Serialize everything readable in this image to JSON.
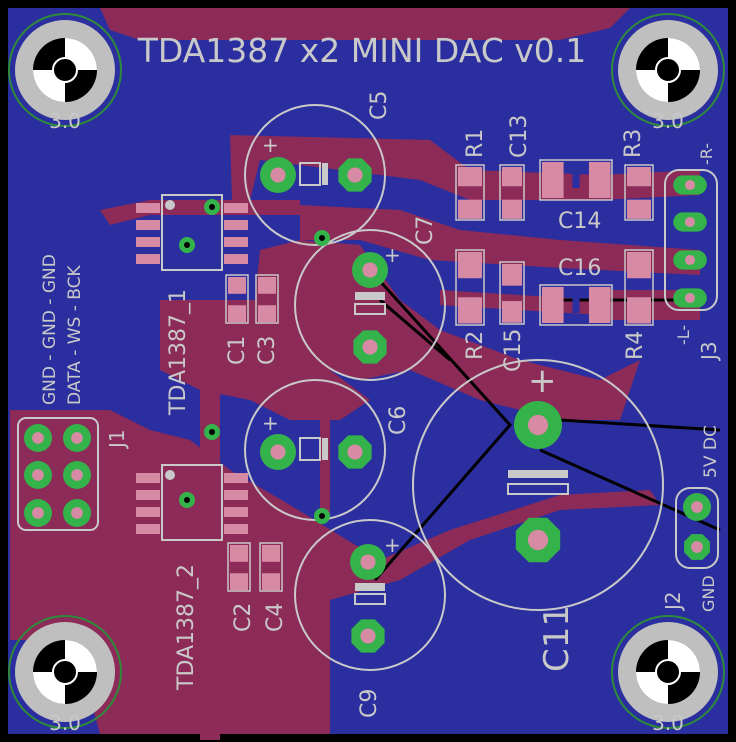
{
  "title": "TDA1387 x2 MINI DAC v0.1",
  "colors": {
    "background": "#000000",
    "ground_pour": "#2b2e9e",
    "copper_top": "#8c2a58",
    "pad": "#33b34a",
    "silk": "#c9c9c9",
    "smd": "#d68aa3"
  },
  "mounting_holes": [
    {
      "name": "hole-top-left",
      "label": "3.0"
    },
    {
      "name": "hole-top-right",
      "label": "3.0"
    },
    {
      "name": "hole-bottom-left",
      "label": "3.0"
    },
    {
      "name": "hole-bottom-right",
      "label": "3.0"
    }
  ],
  "components": {
    "ic1": "TDA1387_1",
    "ic2": "TDA1387_2",
    "j1": "J1",
    "j1_row1": "GND - GND - GND",
    "j1_row2": "DATA - WS - BCK",
    "j2": "J2",
    "j2_plus": "5V DC",
    "j2_gnd": "GND",
    "j3": "J3",
    "j3_r": "-R-",
    "j3_l": "-L-",
    "c1": "C1",
    "c2": "C2",
    "c3": "C3",
    "c4": "C4",
    "c5": "C5",
    "c6": "C6",
    "c7": "C7",
    "c9": "C9",
    "c11": "C11",
    "c13": "C13",
    "c14": "C14",
    "c15": "C15",
    "c16": "C16",
    "r1": "R1",
    "r2": "R2",
    "r3": "R3",
    "r4": "R4",
    "plus": "+"
  }
}
